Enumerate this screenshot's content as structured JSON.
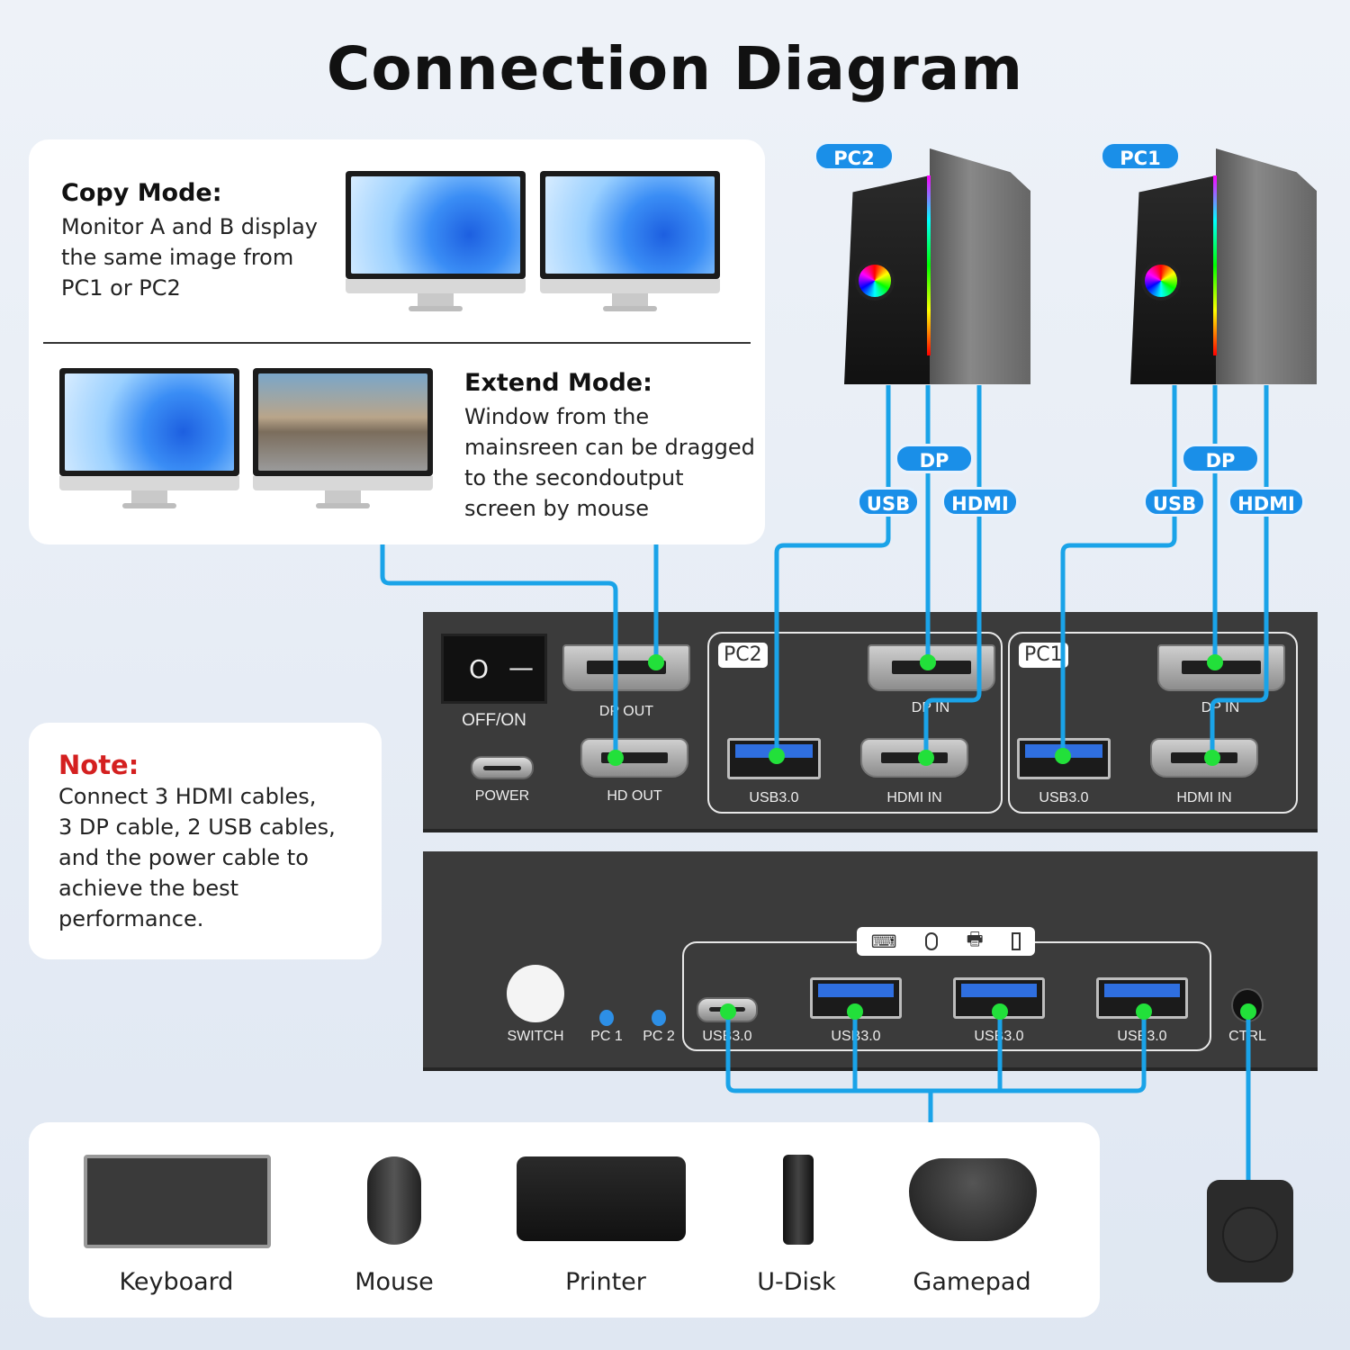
{
  "title": "Connection Diagram",
  "copy_mode": {
    "heading": "Copy Mode:",
    "lines": [
      "Monitor A and B display",
      "the same image from",
      "PC1 or PC2"
    ]
  },
  "extend_mode": {
    "heading": "Extend Mode:",
    "lines": [
      "Window from the",
      "mainsreen can be dragged",
      "to the secondoutput",
      "screen by mouse"
    ]
  },
  "note": {
    "heading": "Note:",
    "lines": [
      "Connect 3 HDMI cables,",
      "3 DP cable, 2 USB cables,",
      "and the power cable to",
      "achieve the best",
      "performance."
    ]
  },
  "computers": [
    {
      "label": "PC2",
      "cables": {
        "dp": "DP",
        "usb": "USB",
        "hdmi": "HDMI"
      }
    },
    {
      "label": "PC1",
      "cables": {
        "dp": "DP",
        "usb": "USB",
        "hdmi": "HDMI"
      }
    }
  ],
  "rear_panel": {
    "power_switch": "OFF/ON",
    "power_switch_symbols": [
      "O",
      "—"
    ],
    "power": "POWER",
    "dp_out": "DP OUT",
    "hd_out": "HD OUT",
    "groups": [
      {
        "label": "PC2",
        "usb": "USB3.0",
        "dp_in": "DP IN",
        "hdmi_in": "HDMI IN"
      },
      {
        "label": "PC1",
        "usb": "USB3.0",
        "dp_in": "DP IN",
        "hdmi_in": "HDMI IN"
      }
    ]
  },
  "front_panel": {
    "switch": "SWITCH",
    "led1": "PC 1",
    "led2": "PC 2",
    "usb_ports": [
      "USB3.0",
      "USB3.0",
      "USB3.0",
      "USB3.0"
    ],
    "ctrl": "CTRL",
    "port_icons": [
      "keyboard-icon",
      "mouse-icon",
      "printer-icon",
      "usb-drive-icon"
    ]
  },
  "peripherals": [
    "Keyboard",
    "Mouse",
    "Printer",
    "U-Disk",
    "Gamepad"
  ],
  "colors": {
    "cable": "#1aa3e8",
    "connector_dot": "#22e03a",
    "pill": "#1a8fe8",
    "note_heading": "#d42020",
    "panel": "#3b3b3b"
  }
}
